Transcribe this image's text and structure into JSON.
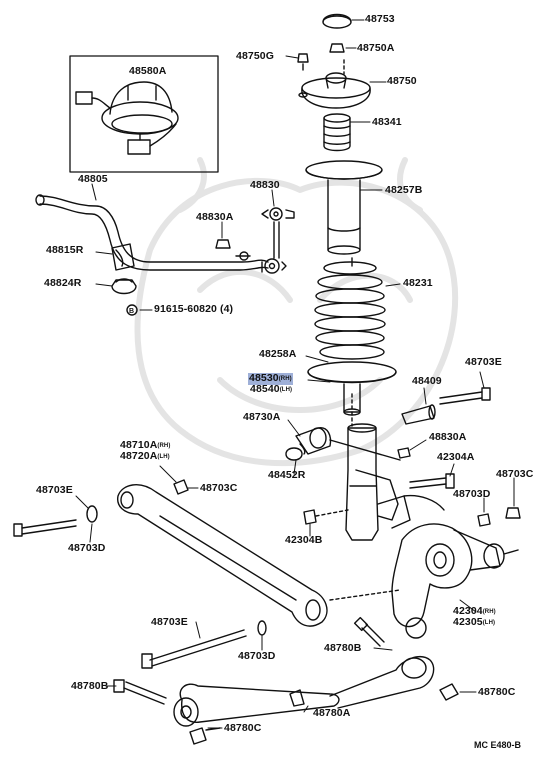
{
  "labels": {
    "p48753": "48753",
    "p48750G": "48750G",
    "p48750A": "48750A",
    "p48750": "48750",
    "p48580A": "48580A",
    "p48341": "48341",
    "p48257B": "48257B",
    "p48805": "48805",
    "p48830": "48830",
    "p48830A_top": "48830A",
    "p48815R": "48815R",
    "p48231": "48231",
    "p48824R": "48824R",
    "p91615": "91615-60820 (4)",
    "p48258A": "48258A",
    "p48703E_right": "48703E",
    "p48530": "48530",
    "p48530_sub": "(RH)",
    "p48540": "48540",
    "p48540_sub": "(LH)",
    "p48409": "48409",
    "p48730A": "48730A",
    "p48830A_mid": "48830A",
    "p48710A": "48710A",
    "p48710A_sub": "(RH)",
    "p48720A": "48720A",
    "p48720A_sub": "(LH)",
    "p42304A": "42304A",
    "p48452R": "48452R",
    "p48703C_right": "48703C",
    "p48703E_left": "48703E",
    "p48703C_mid": "48703C",
    "p48703D_right": "48703D",
    "p48703D_left": "48703D",
    "p42304B": "42304B",
    "p42304": "42304",
    "p42304_sub": "(RH)",
    "p42305": "42305",
    "p42305_sub": "(LH)",
    "p48703E_low": "48703E",
    "p48703D_low": "48703D",
    "p48780B_mid": "48780B",
    "p48780B_left": "48780B",
    "p48780C_right": "48780C",
    "p48780A": "48780A",
    "p48780C_low": "48780C",
    "bolt_letter": "B"
  },
  "diagram_code": "MC E480-B",
  "colors": {
    "ink": "#111111",
    "highlight": "#9fb0d8",
    "watermark": "#e6e6e6"
  }
}
